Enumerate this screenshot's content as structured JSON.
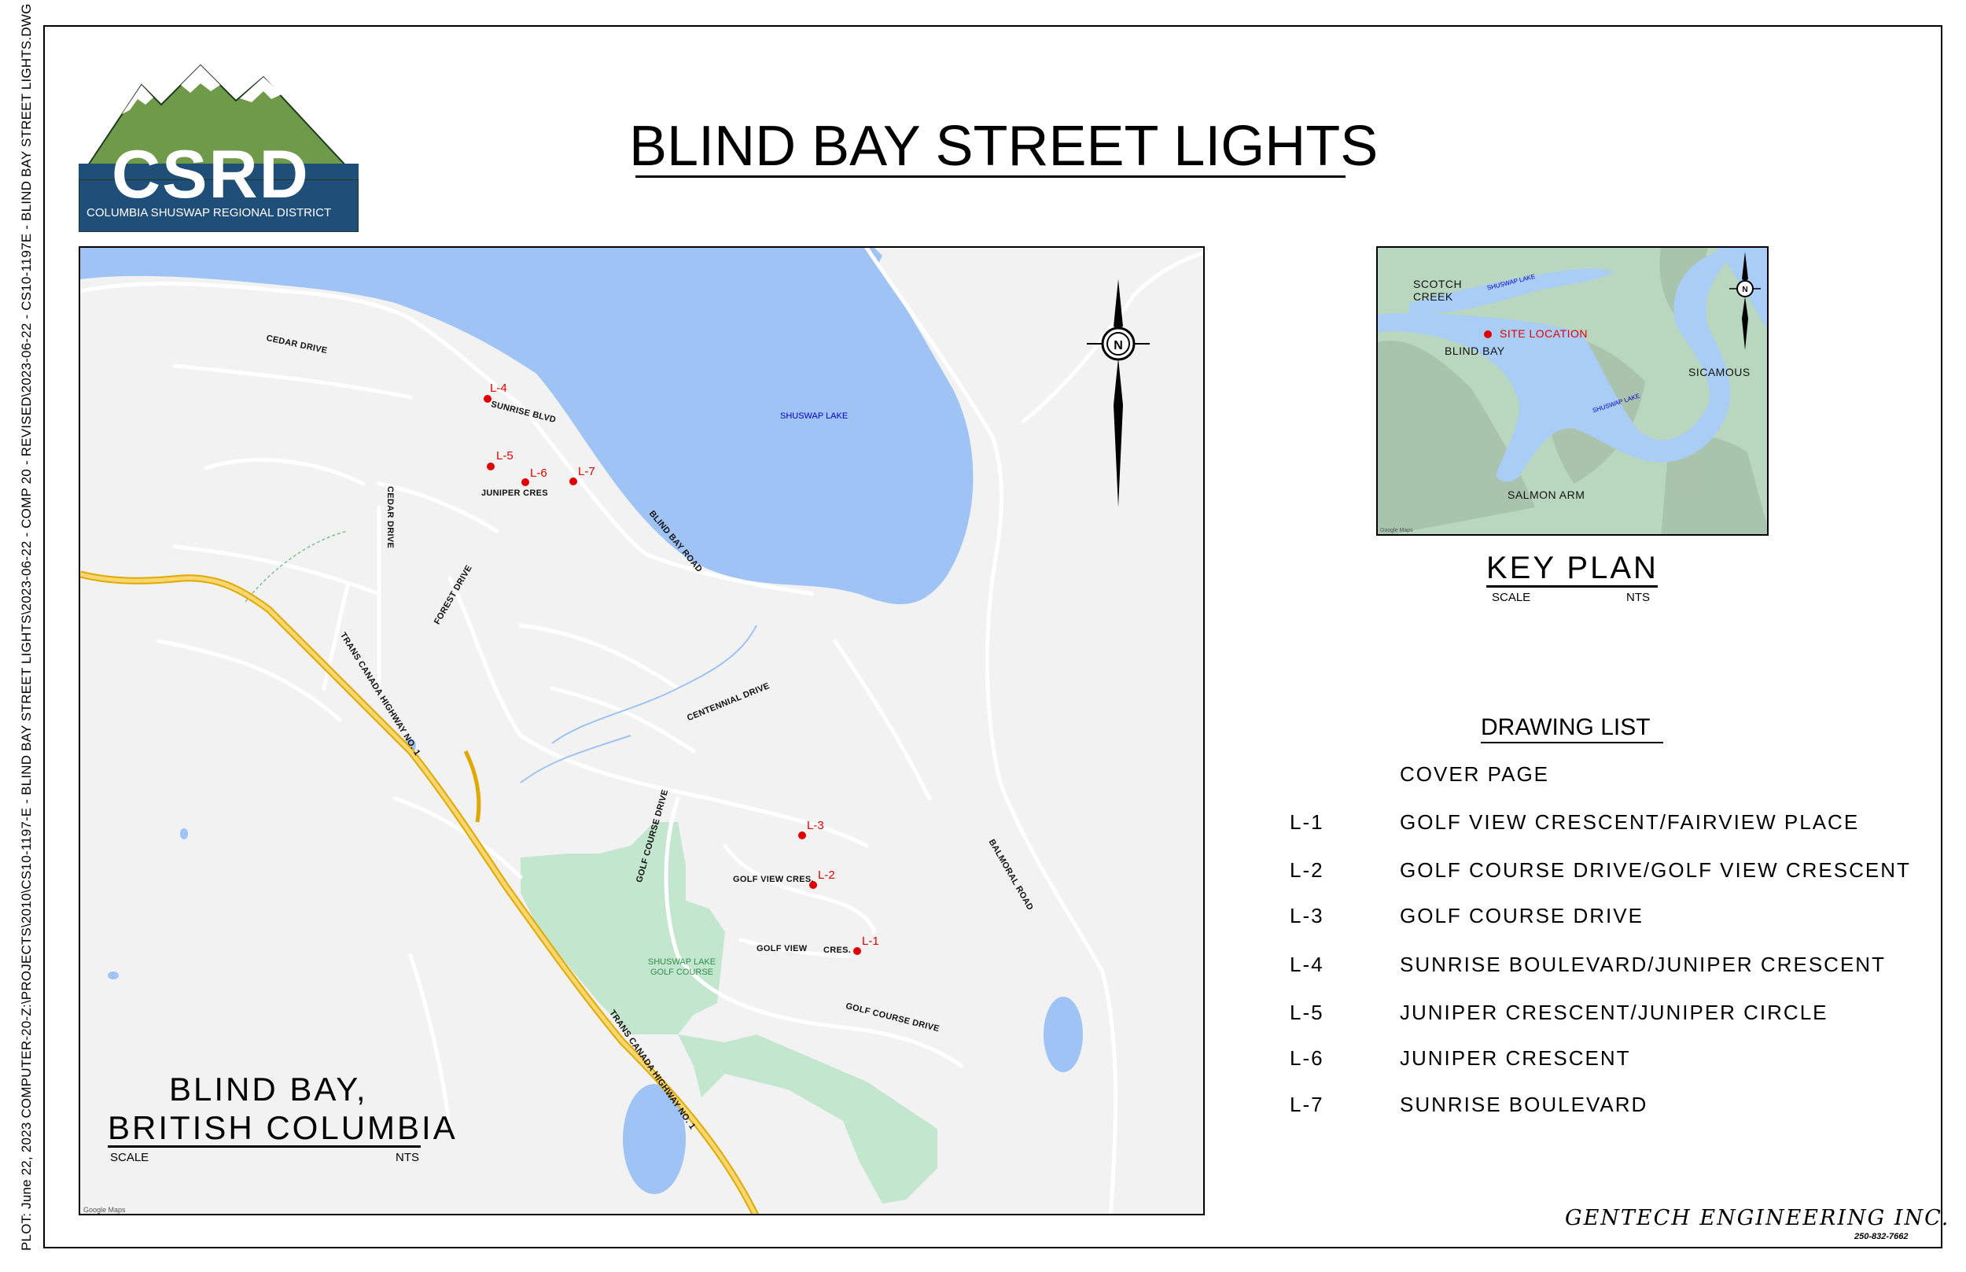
{
  "plot_stamp": "PLOT: June 22, 2023 COMPUTER-20-Z:\\PROJECTS\\2010\\CS10-1197-E - BLIND BAY STREET LIGHTS\\2023-06-22 - COMP 20 - REVISED\\2023-06-22 - CS10-1197E - BLIND BAY STREET LIGHTS.DWG",
  "title": "BLIND BAY STREET LIGHTS",
  "logo": {
    "acronym": "CSRD",
    "full_name": "COLUMBIA SHUSWAP REGIONAL DISTRICT",
    "colors": {
      "mountains": "#6e9a4a",
      "band": "#1f4e78",
      "snow": "#ffffff"
    }
  },
  "main_map": {
    "lake_label": "SHUSWAP LAKE",
    "golf_label": "SHUSWAP LAKE\nGOLF COURSE",
    "credit": "Google Maps",
    "street_labels": {
      "cedar_drive_top": "CEDAR DRIVE",
      "sunrise_blvd": "SUNRISE BLVD",
      "juniper_cres": "JUNIPER CRES",
      "cedar_drive_side": "CEDAR DRIVE",
      "forest_drive": "FOREST DRIVE",
      "blind_bay_road": "BLIND BAY ROAD",
      "trans_canada_upper": "TRANS CANADA HIGHWAY NO. 1",
      "centennial_drive": "CENTENNIAL DRIVE",
      "golf_course_drive_vertical": "GOLF COURSE DRIVE",
      "golf_view_cres_upper": "GOLF VIEW CRES.",
      "golf_view_lower": "GOLF VIEW",
      "cres_lower": "CRES.",
      "golf_course_drive_lower": "GOLF COURSE DRIVE",
      "balmoral_road": "BALMORAL ROAD",
      "trans_canada_lower": "TRANS CANADA HIGHWAY NO. 1"
    },
    "markers": [
      "L-1",
      "L-2",
      "L-3",
      "L-4",
      "L-5",
      "L-6",
      "L-7"
    ],
    "caption_line1": "BLIND BAY,",
    "caption_line2": "BRITISH COLUMBIA",
    "scale_label": "SCALE",
    "scale_value": "NTS",
    "colors": {
      "water": "#9fc3f5",
      "land": "#f2f2f2",
      "golf": "#c3e6cf",
      "highway": "#f4c542",
      "marker": "#e00000"
    }
  },
  "key_plan": {
    "labels": {
      "scotch_creek": "SCOTCH\nCREEK",
      "site_location": "SITE LOCATION",
      "blind_bay": "BLIND BAY",
      "sicamous": "SICAMOUS",
      "salmon_arm": "SALMON ARM",
      "shuswap_lake_1": "SHUSWAP LAKE",
      "shuswap_lake_2": "SHUSWAP LAKE"
    },
    "credit": "Google Maps",
    "caption": "KEY PLAN",
    "scale_label": "SCALE",
    "scale_value": "NTS"
  },
  "drawing_list": {
    "heading": "DRAWING LIST",
    "items": [
      {
        "code": "",
        "title": "COVER PAGE"
      },
      {
        "code": "L-1",
        "title": "GOLF VIEW CRESCENT/FAIRVIEW PLACE"
      },
      {
        "code": "L-2",
        "title": "GOLF COURSE DRIVE/GOLF VIEW CRESCENT"
      },
      {
        "code": "L-3",
        "title": "GOLF COURSE DRIVE"
      },
      {
        "code": "L-4",
        "title": "SUNRISE BOULEVARD/JUNIPER CRESCENT"
      },
      {
        "code": "L-5",
        "title": "JUNIPER CRESCENT/JUNIPER CIRCLE"
      },
      {
        "code": "L-6",
        "title": "JUNIPER CRESCENT"
      },
      {
        "code": "L-7",
        "title": "SUNRISE BOULEVARD"
      }
    ]
  },
  "firm": {
    "name": "GENTECH ENGINEERING INC.",
    "phone": "250-832-7662"
  }
}
